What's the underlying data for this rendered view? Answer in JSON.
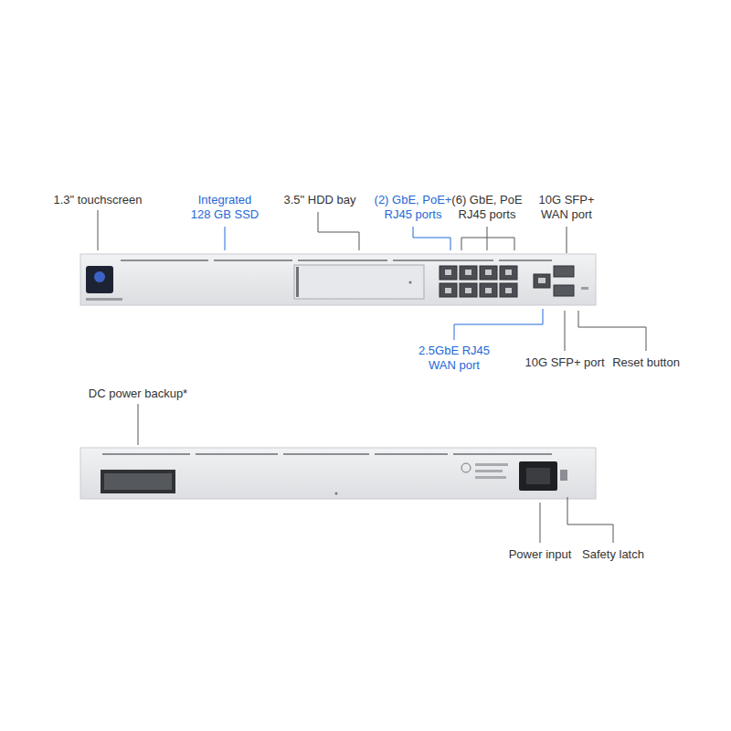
{
  "diagram": {
    "labels": [
      "1.3\" touchscreen",
      "Integrated 128 GB SSD",
      "3.5\" HDD bay",
      "(2) GbE, PoE+ RJ45 ports",
      "(6) GbE, PoE RJ45 ports",
      "10G SFP+ WAN port",
      "2.5GbE RJ45 WAN port",
      "10G SFP+ port",
      "Reset button",
      "DC power backup*",
      "Power input",
      "Safety latch"
    ]
  }
}
